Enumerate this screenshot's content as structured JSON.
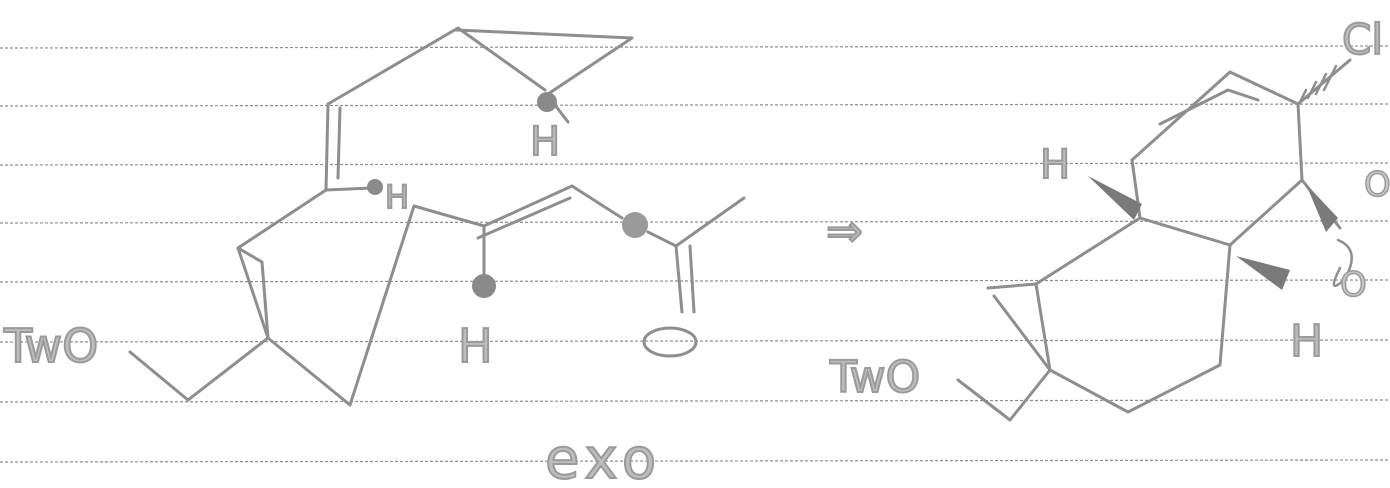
{
  "page": {
    "paper_color": "#ffffff",
    "rule_color": "#8f8f8f",
    "ink_color": "#8e8e8e"
  },
  "scheme": {
    "reactant": {
      "label_two": "TwO",
      "hydrogens": [
        "H",
        "H",
        "H"
      ]
    },
    "arrow": "⇒",
    "product": {
      "label_two": "TwO",
      "hydrogens": [
        "H",
        "H"
      ],
      "fragment_top": "Cl",
      "fragment_mid": "O",
      "fragment_low": "O"
    },
    "caption": "exo"
  }
}
